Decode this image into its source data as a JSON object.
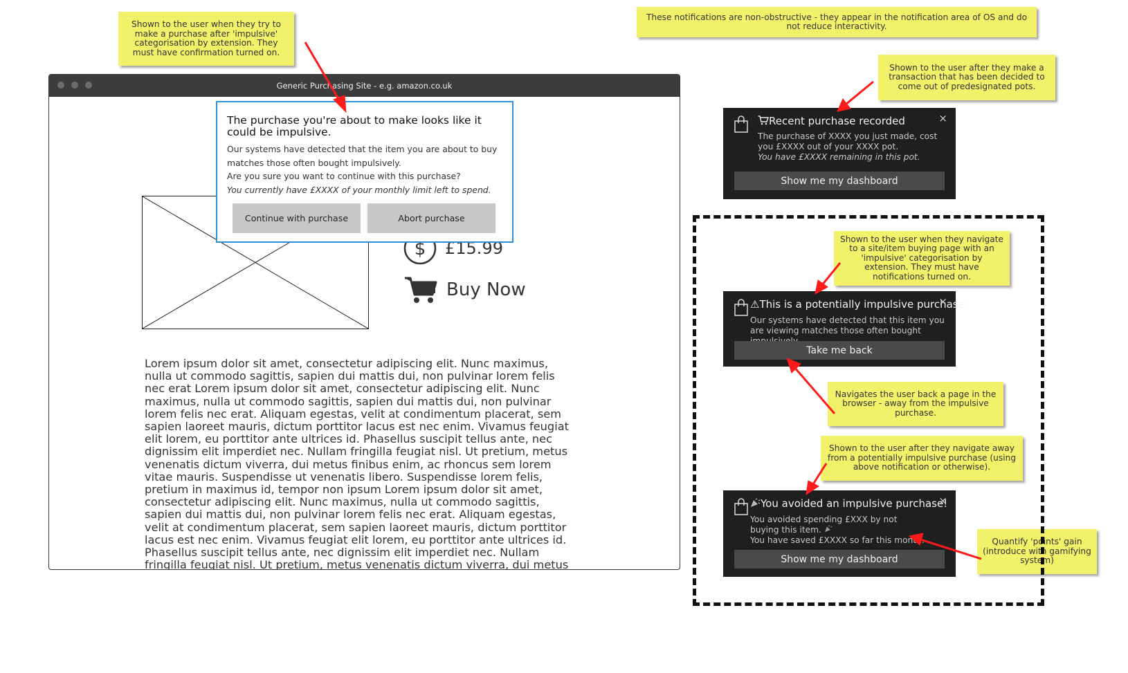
{
  "notes": {
    "modal_note": "Shown to the user when they try to make a purchase after 'impulsive' categorisation by extension. They must have confirmation turned on.",
    "non_obstructive_note": "These notifications are non-obstructive - they appear in the notification area of OS and do not reduce interactivity.",
    "transaction_note": "Shown to the user after they make a transaction that has been decided to come out of predesignated pots.",
    "navigate_note": "Shown to the user when they navigate to a site/item buying page with an 'impulsive' categorisation by extension. They must have notifications turned on.",
    "back_note": "Navigates the user back a page in the browser - away from the impulsive purchase.",
    "avoided_note": "Shown to the user after they navigate away from a potentially impulsive purchase (using above notification or otherwise).",
    "points_note": "Quantify 'points' gain (introduce with gamifying system)"
  },
  "browser": {
    "title": "Generic Purchasing Site - e.g. amazon.co.uk",
    "price": "£15.99",
    "buy_label": "Buy Now",
    "description": "Lorem ipsum dolor sit amet, consectetur adipiscing elit. Nunc maximus, nulla ut commodo sagittis, sapien dui mattis dui, non pulvinar lorem felis nec erat Lorem ipsum dolor sit amet, consectetur adipiscing elit. Nunc maximus, nulla ut commodo sagittis, sapien dui mattis dui, non pulvinar lorem felis nec erat. Aliquam egestas, velit at condimentum placerat, sem sapien laoreet mauris, dictum porttitor lacus est nec enim. Vivamus feugiat elit lorem, eu porttitor ante ultrices id. Phasellus suscipit tellus ante, nec dignissim elit imperdiet nec. Nullam fringilla feugiat nisl. Ut pretium, metus venenatis dictum viverra, dui metus finibus enim, ac rhoncus sem lorem vitae mauris. Suspendisse ut venenatis libero. Suspendisse lorem felis, pretium in maximus id, tempor non ipsum Lorem ipsum dolor sit amet, consectetur adipiscing elit. Nunc maximus, nulla ut commodo sagittis, sapien dui mattis dui, non pulvinar lorem felis nec erat. Aliquam egestas, velit at condimentum placerat, sem sapien laoreet mauris, dictum porttitor lacus est nec enim. Vivamus feugiat elit lorem, eu porttitor ante ultrices id. Phasellus suscipit tellus ante, nec dignissim elit imperdiet nec. Nullam fringilla feugiat nisl. Ut pretium, metus venenatis dictum viverra, dui metus finibus enim, ac rhoncus sem lorem vitae mauris. Suspendisse ut venenatis"
  },
  "dialog": {
    "title": "The purchase you're about to make looks like it could be impulsive.",
    "line1": "Our systems have detected that the item you are about to buy matches those often bought impulsively.",
    "line2": "Are you sure you want to continue with this purchase?",
    "line3": "You currently have £XXXX of your monthly limit left to spend.",
    "continue_label": "Continue with purchase",
    "abort_label": "Abort purchase"
  },
  "notif_recent": {
    "icon": "cart-icon",
    "title": "Recent purchase recorded",
    "body1": "The purchase of XXXX you just made, cost you £XXXX out of your XXXX pot.",
    "body2": "You have £XXXX remaining in this pot.",
    "button": "Show me my dashboard",
    "close": "×"
  },
  "notif_impulsive": {
    "icon": "warning-icon",
    "glyph": "⚠",
    "title": "This is a potentially impulsive purchase",
    "body": "Our systems have detected that this item you are viewing matches those often bought impulsively.",
    "button": "Take me back",
    "close": "×"
  },
  "notif_avoided": {
    "icon": "party-popper-icon",
    "title": "You avoided an impulsive purchase!",
    "body1": "You avoided spending £XXX by not buying this item.",
    "body2": "You have saved £XXXX so far this month.",
    "button": "Show me my dashboard",
    "close": "×"
  },
  "colors": {
    "sticky": "#f1f26a",
    "notification_bg": "#1f1f1f",
    "dialog_border": "#2e8ed6",
    "arrow": "#ff0000"
  }
}
